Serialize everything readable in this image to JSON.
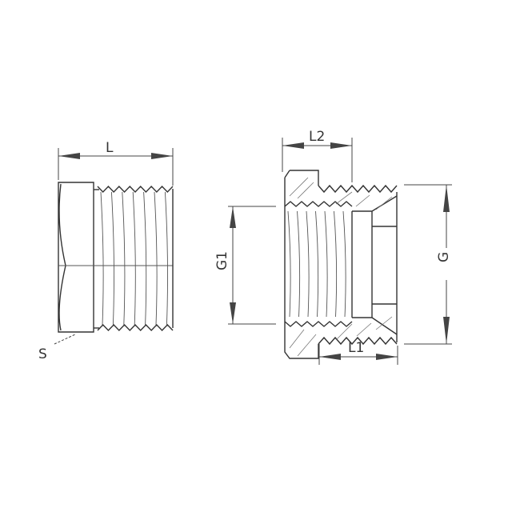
{
  "labels": {
    "L": "L",
    "S": "S",
    "L2": "L2",
    "G1": "G1",
    "G": "G",
    "L1": "L1"
  },
  "colors": {
    "line": "#333333",
    "background": "#ffffff"
  }
}
